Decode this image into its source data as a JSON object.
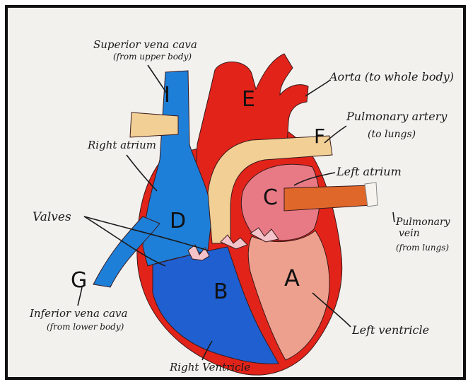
{
  "labels": {
    "superior_vena_cava": "Superior vena cava",
    "superior_vena_cava_note": "(from upper body)",
    "aorta": "Aorta (to whole body)",
    "pulmonary_artery": "Pulmonary artery",
    "pulmonary_artery_note": "(to lungs)",
    "right_atrium": "Right atrium",
    "left_atrium": "Left atrium",
    "valves": "Valves",
    "pulmonary_vein": "Pulmonary",
    "pulmonary_vein_2": "vein",
    "pulmonary_vein_note": "(from lungs)",
    "inferior_vena_cava": "Inferior vena cava",
    "inferior_vena_cava_note": "(from lower body)",
    "left_ventricle": "Left ventricle",
    "right_ventricle": "Right Ventricle"
  },
  "letters": {
    "A": "A",
    "B": "B",
    "C": "C",
    "D": "D",
    "E": "E",
    "F": "F",
    "G": "G",
    "I": "I"
  },
  "colors": {
    "aorta_red": "#e2231a",
    "vena_blue": "#1e7fd9",
    "ventricle_blue": "#1f5fd0",
    "pulmonary_tan": "#f2cf95",
    "atrium_pink": "#e87a86",
    "ventricle_salmon": "#eea08e",
    "vein_orange": "#e0672a",
    "valve_pink": "#f4c3c9"
  }
}
